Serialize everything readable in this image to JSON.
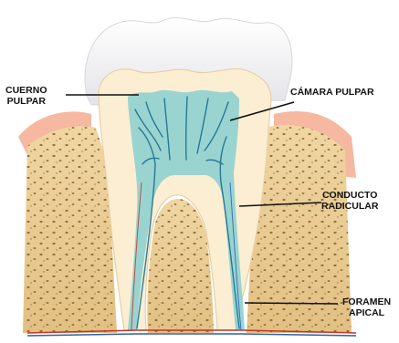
{
  "labels": {
    "cuerno_pulpar": [
      "CUERNO",
      "PULPAR"
    ],
    "camara_pulpar": [
      "CÁMARA PULPAR"
    ],
    "conducto_radicular": [
      "CONDUCTO",
      "RADICULAR"
    ],
    "foramen_apical": [
      "FORAMEN",
      "APICAL"
    ]
  },
  "colors": {
    "enamel": "#f2f2f4",
    "dentin": "#fbeed2",
    "pulp": "#8fd0cf",
    "nerves": "#1a6f8f",
    "gum": "#f6b8a0",
    "bone": "#e8c98e",
    "bone_pores": "#7a5a2e",
    "vessel_red": "#c0392b",
    "vessel_blue": "#2e5fb0"
  }
}
